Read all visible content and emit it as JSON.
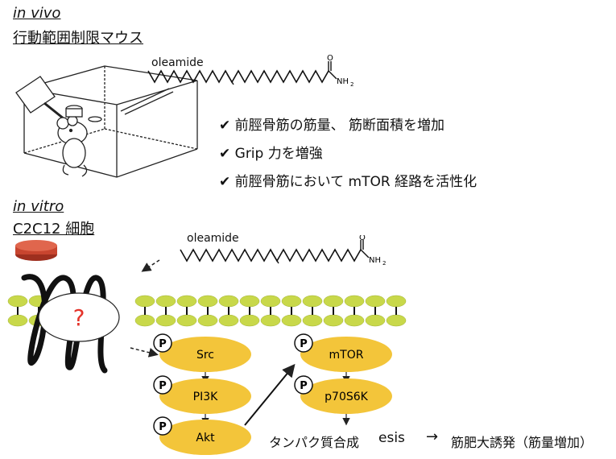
{
  "invivo": {
    "label": "in vivo",
    "subtitle": "行動範囲制限マウス",
    "compound": "oleamide",
    "amide_group": "NH",
    "amide_sub": "2",
    "carbonyl_atom": "O",
    "findings": [
      "✔ 前脛骨筋の筋量、 筋断面積を増加",
      "✔ Grip 力を増強",
      "✔ 前脛骨筋において mTOR 経路を活性化"
    ]
  },
  "invitro": {
    "label": "in vitro",
    "subtitle": "C2C12 細胞",
    "compound": "oleamide",
    "amide_group": "NH",
    "amide_sub": "2",
    "carbonyl_atom": "O",
    "unknown_receptor": "?",
    "phospho_label": "P",
    "nodes": {
      "src": "Src",
      "pi3k": "PI3K",
      "akt": "Akt",
      "mtor": "mTOR",
      "p70s6k": "p70S6K"
    },
    "protein_synthesis": "タンパク質合成",
    "protein_synthesis_en_tail": "esis",
    "arrow": "→",
    "outcome": "筋肥大誘発（筋量増加）"
  },
  "colors": {
    "node_fill": "#f3c53a",
    "membrane_fill": "#c8d84a",
    "dish_red": "#c8452f",
    "question": "#e4342b"
  }
}
